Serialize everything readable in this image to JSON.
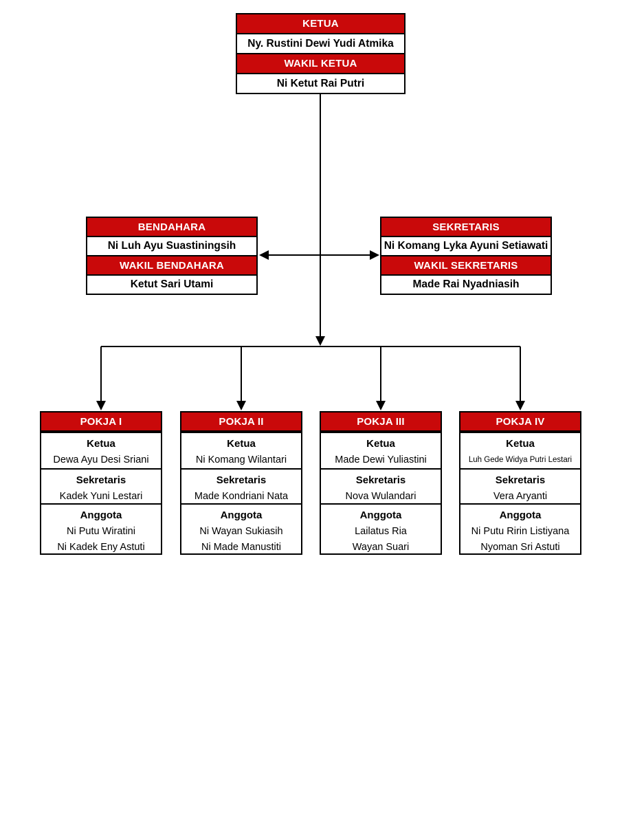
{
  "colors": {
    "header_bg": "#C9090A",
    "header_text": "#FFFFFF",
    "body_text": "#000000",
    "line_color": "#000000",
    "page_bg": "#FFFFFF"
  },
  "units": {
    "ketua": {
      "rows": [
        {
          "type": "header",
          "label": "KETUA"
        },
        {
          "type": "name",
          "label": "Ny. Rustini Dewi Yudi Atmika"
        },
        {
          "type": "header",
          "label": "WAKIL KETUA"
        },
        {
          "type": "name",
          "label": "Ni Ketut Rai Putri"
        }
      ]
    },
    "bendahara": {
      "rows": [
        {
          "type": "header",
          "label": "BENDAHARA"
        },
        {
          "type": "name",
          "label": "Ni Luh Ayu Suastiningsih"
        },
        {
          "type": "header",
          "label": "WAKIL BENDAHARA"
        },
        {
          "type": "name",
          "label": "Ketut Sari Utami"
        }
      ]
    },
    "sekretaris": {
      "rows": [
        {
          "type": "header",
          "label": "SEKRETARIS"
        },
        {
          "type": "name",
          "label": "Ni Komang Lyka Ayuni Setiawati"
        },
        {
          "type": "header",
          "label": "WAKIL SEKRETARIS"
        },
        {
          "type": "name",
          "label": "Made Rai Nyadniasih"
        }
      ]
    }
  },
  "pokja": [
    {
      "title": "POKJA I",
      "sections": [
        {
          "role": "Ketua",
          "names": [
            "Dewa Ayu Desi Sriani"
          ]
        },
        {
          "role": "Sekretaris",
          "names": [
            "Kadek Yuni Lestari"
          ]
        },
        {
          "role": "Anggota",
          "names": [
            "Ni Putu Wiratini",
            "Ni Kadek Eny Astuti"
          ]
        }
      ]
    },
    {
      "title": "POKJA II",
      "sections": [
        {
          "role": "Ketua",
          "names": [
            "Ni Komang Wilantari"
          ]
        },
        {
          "role": "Sekretaris",
          "names": [
            "Made Kondriani Nata"
          ]
        },
        {
          "role": "Anggota",
          "names": [
            "Ni Wayan Sukiasih",
            "Ni Made Manustiti"
          ]
        }
      ]
    },
    {
      "title": "POKJA III",
      "sections": [
        {
          "role": "Ketua",
          "names": [
            "Made Dewi Yuliastini"
          ]
        },
        {
          "role": "Sekretaris",
          "names": [
            "Nova Wulandari"
          ]
        },
        {
          "role": "Anggota",
          "names": [
            "Lailatus Ria",
            "Wayan Suari"
          ]
        }
      ]
    },
    {
      "title": "POKJA IV",
      "sections": [
        {
          "role": "Ketua",
          "names": [
            "Luh Gede Widya Putri Lestari"
          ]
        },
        {
          "role": "Sekretaris",
          "names": [
            "Vera Aryanti"
          ]
        },
        {
          "role": "Anggota",
          "names": [
            "Ni Putu Ririn Listiyana",
            "Nyoman Sri Astuti"
          ]
        }
      ]
    }
  ]
}
